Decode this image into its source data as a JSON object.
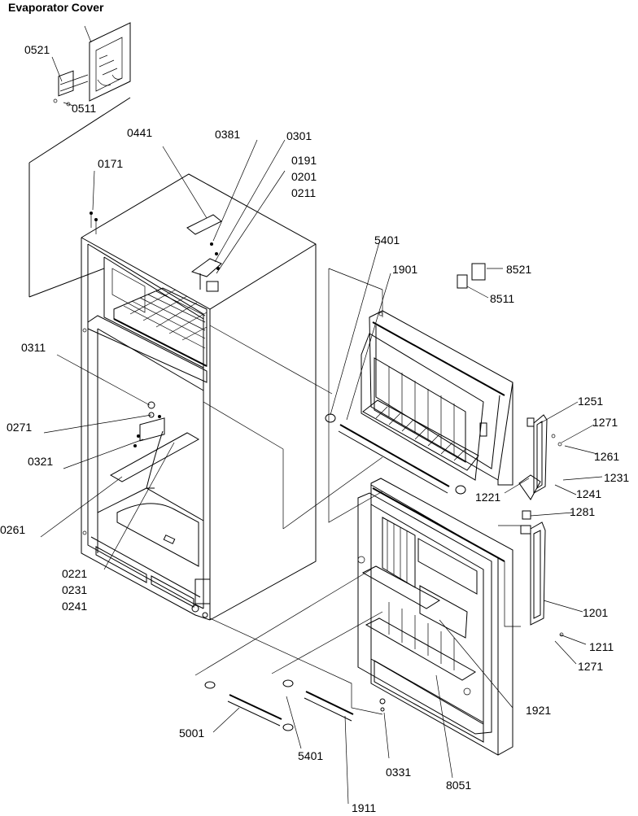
{
  "title": "Evaporator Cover",
  "callouts": {
    "c0521": "0521",
    "c0511": "0511",
    "c0441": "0441",
    "c0381": "0381",
    "c0301": "0301",
    "c0191": "0191",
    "c0201": "0201",
    "c0211": "0211",
    "c0171": "0171",
    "c0311": "0311",
    "c0271": "0271",
    "c0321": "0321",
    "c0261": "0261",
    "c0221": "0221",
    "c0231": "0231",
    "c0241": "0241",
    "c5401a": "5401",
    "c1901": "1901",
    "c8521": "8521",
    "c8511": "8511",
    "c1251": "1251",
    "c1271a": "1271",
    "c1261": "1261",
    "c1231": "1231",
    "c1241": "1241",
    "c1221": "1221",
    "c1281": "1281",
    "c1201": "1201",
    "c1211": "1211",
    "c1271b": "1271",
    "c1921": "1921",
    "c5001": "5001",
    "c5401b": "5401",
    "c0331": "0331",
    "c8051": "8051",
    "c1911": "1911"
  }
}
